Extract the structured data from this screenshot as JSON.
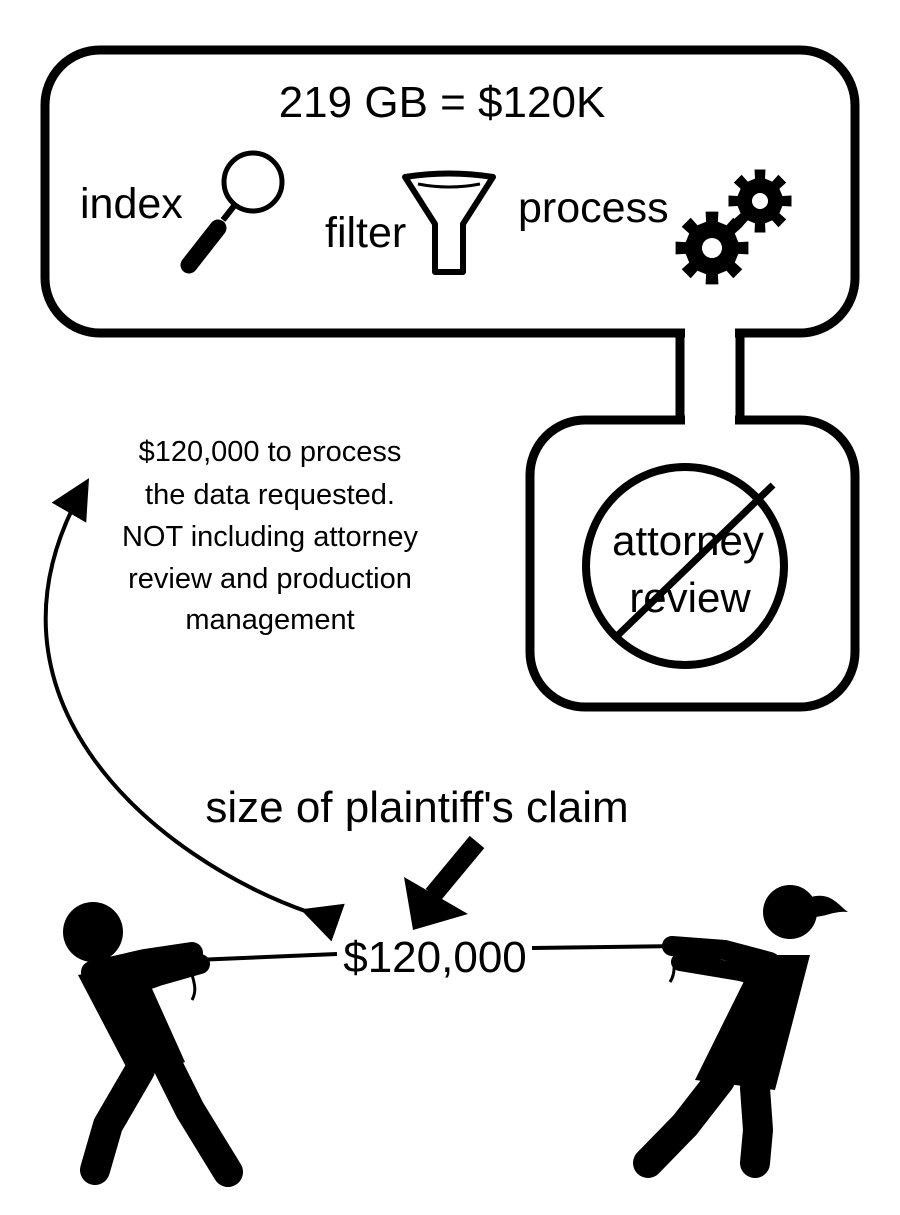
{
  "header": {
    "equation": "219 GB = $120K"
  },
  "steps": [
    {
      "label": "index",
      "icon": "magnifier-icon"
    },
    {
      "label": "filter",
      "icon": "funnel-icon"
    },
    {
      "label": "process",
      "icon": "gears-icon"
    }
  ],
  "review": {
    "line1": "attorney",
    "line2": "review",
    "icon": "no-symbol-icon"
  },
  "cost_note": {
    "lines": [
      "$120,000 to process",
      "the data requested.",
      "NOT including attorney",
      "review and production",
      "management"
    ]
  },
  "claim": {
    "label": "size of plaintiff's claim",
    "amount": "$120,000"
  },
  "colors": {
    "ink": "#000000",
    "background": "#ffffff"
  }
}
